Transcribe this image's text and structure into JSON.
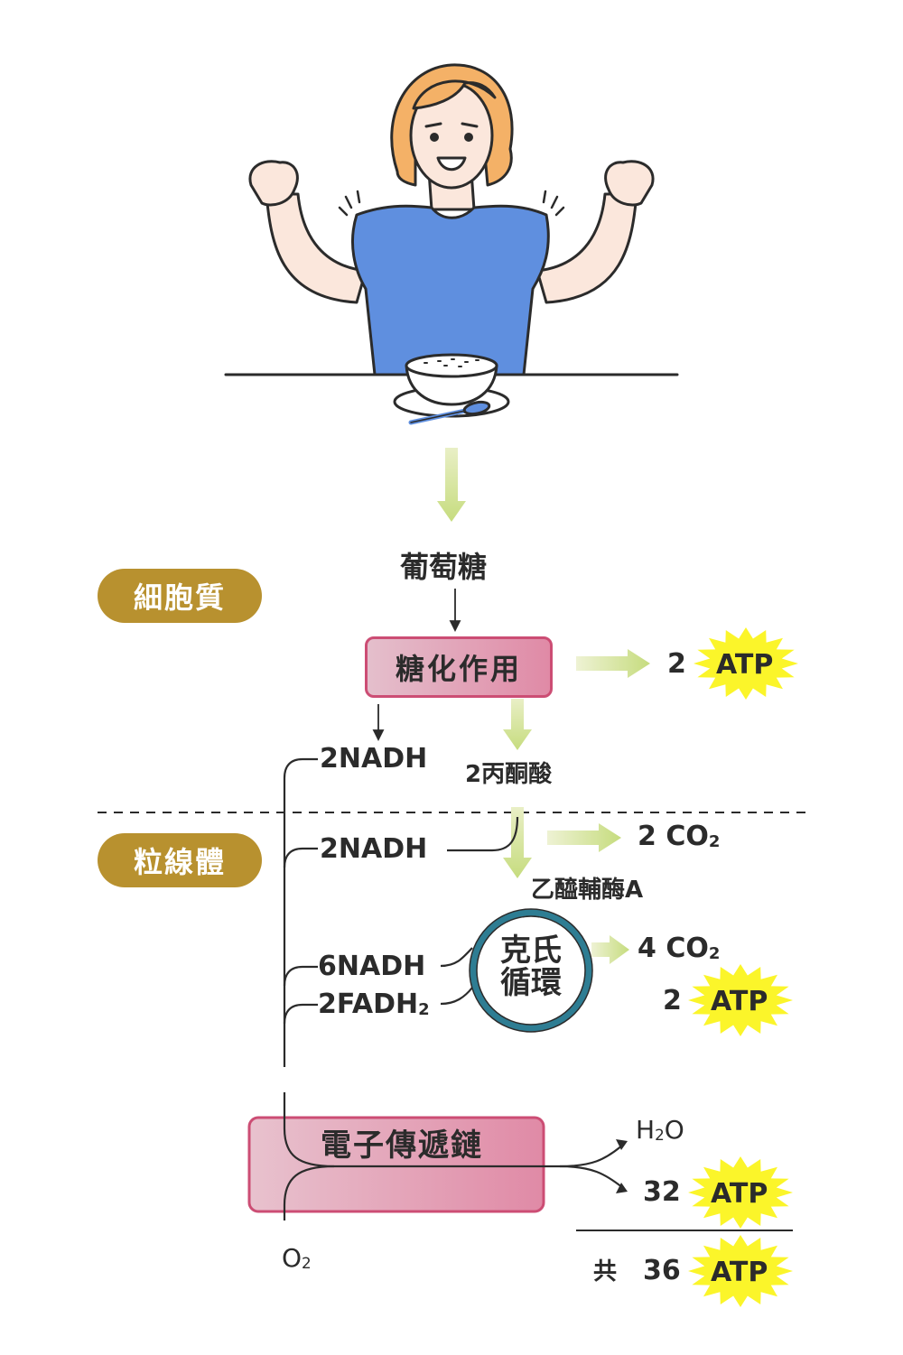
{
  "labels": {
    "glucose": "葡萄糖",
    "cytoplasm": "細胞質",
    "mitochondria": "粒線體",
    "glycolysis": "糖化作用",
    "pyruvate": "2丙酮酸",
    "acetyl_coa": "乙醯輔酶A",
    "krebs_line1": "克氏",
    "krebs_line2": "循環",
    "etc": "電子傳遞鏈",
    "nadh_1": "2NADH",
    "nadh_2": "2NADH",
    "nadh_3": "6NADH",
    "fadh_main": "2FADH",
    "fadh_sub": "2",
    "co2_1_main": "2 CO",
    "co2_1_sub": "2",
    "co2_2_main": "4 CO",
    "co2_2_sub": "2",
    "o2_main": "O",
    "o2_sub": "2",
    "h2o_a": "H",
    "h2o_sub": "2",
    "h2o_b": "O",
    "total_word": "共",
    "atp": "ATP"
  },
  "atp_counts": {
    "glycolysis": "2",
    "krebs": "2",
    "etc": "32",
    "total": "36"
  },
  "colors": {
    "pill": "#b8912f",
    "box_border": "#cc4d74",
    "box_fill_start": "#e4bfcc",
    "box_fill_end": "#e08aa6",
    "arrow_green": "#cfe08f",
    "starburst": "#fbf52a",
    "cycle_ring": "#2e7d93",
    "shirt": "#5f8fdf",
    "hair": "#f4b167"
  }
}
